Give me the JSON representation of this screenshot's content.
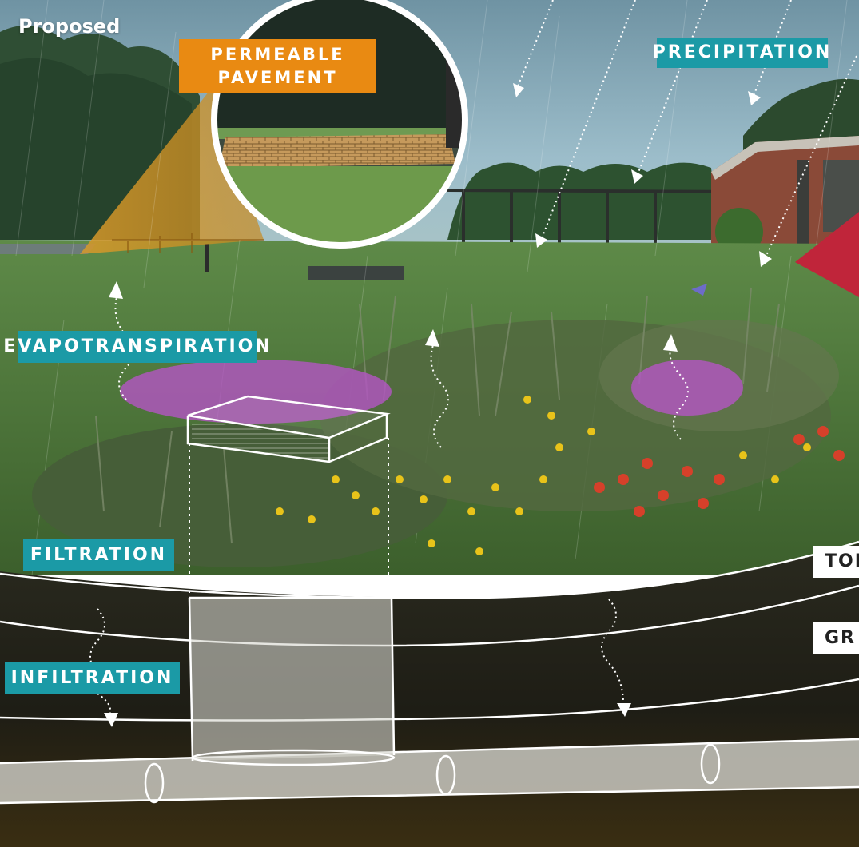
{
  "header": {
    "title": "Proposed"
  },
  "labels": {
    "permeable_pavement_line1": "PERMEABLE",
    "permeable_pavement_line2": "PAVEMENT",
    "precipitation": "PRECIPITATION",
    "evapotranspiration": "EVAPOTRANSPIRATION",
    "filtration": "FILTRATION",
    "infiltration": "INFILTRATION",
    "top_cut": "TOP",
    "gravel_cut": "GR"
  },
  "colors": {
    "teal_label": "#1b9aa6",
    "orange_label": "#e98a12",
    "sky": "#8fb3c2",
    "lawn": "#4f7a3c",
    "soil": "#1c1a12",
    "pipe": "#c9c8c0",
    "red_marker": "#c0253a"
  },
  "icons": [
    "rain-arrow-icon",
    "evaporation-arrow-icon",
    "infiltration-arrow-icon",
    "magnifier-callout-icon",
    "flower-icon"
  ]
}
